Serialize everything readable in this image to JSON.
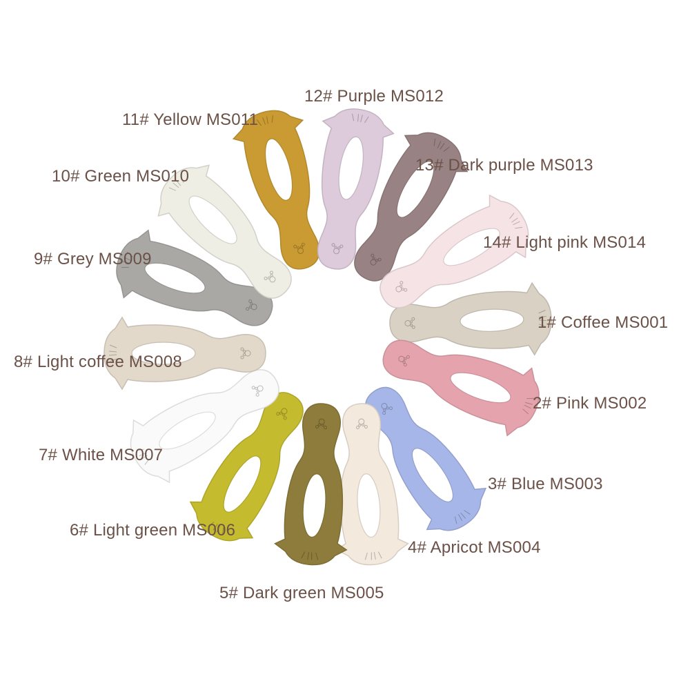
{
  "spoons": [
    {
      "label": "1# Coffee MS001",
      "color": "#d9d1c3",
      "icon": "cat-spoon-icon"
    },
    {
      "label": "2# Pink MS002",
      "color": "#e5a4ad",
      "icon": "cat-spoon-icon"
    },
    {
      "label": "3# Blue MS003",
      "color": "#a7b6e8",
      "icon": "cat-spoon-icon"
    },
    {
      "label": "4# Apricot MS004",
      "color": "#f3e9dc",
      "icon": "cat-spoon-icon"
    },
    {
      "label": "5# Dark green MS005",
      "color": "#8d7c3b",
      "icon": "cat-spoon-icon"
    },
    {
      "label": "6# Light green MS006",
      "color": "#c5bb2f",
      "icon": "cat-spoon-icon"
    },
    {
      "label": "7# White MS007",
      "color": "#fafafa",
      "icon": "cat-spoon-icon"
    },
    {
      "label": "8# Light coffee MS008",
      "color": "#e2d9cb",
      "icon": "cat-spoon-icon"
    },
    {
      "label": "9# Grey MS009",
      "color": "#a9a8a4",
      "icon": "cat-spoon-icon"
    },
    {
      "label": "10# Green MS010",
      "color": "#eeeee4",
      "icon": "cat-spoon-icon"
    },
    {
      "label": "11# Yellow MS011",
      "color": "#c99b32",
      "icon": "cat-spoon-icon"
    },
    {
      "label": "12# Purple MS012",
      "color": "#ddcbdc",
      "icon": "cat-spoon-icon"
    },
    {
      "label": "13# Dark purple MS013",
      "color": "#998283",
      "icon": "cat-spoon-icon"
    },
    {
      "label": "14# Light pink MS014",
      "color": "#f6e3e6",
      "icon": "cat-spoon-icon"
    }
  ],
  "colors": {
    "label_text": "#6b5147",
    "background": "#ffffff"
  }
}
